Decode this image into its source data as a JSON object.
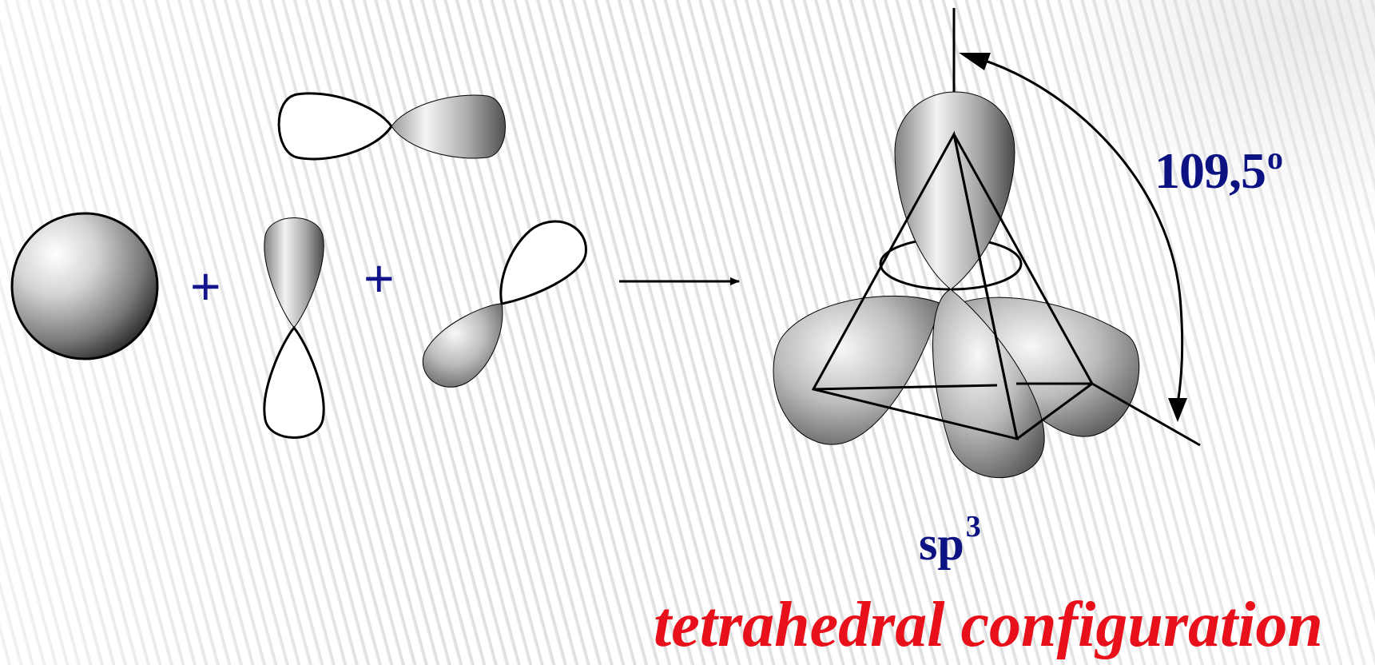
{
  "labels": {
    "plus_1": "+",
    "plus_2": "+",
    "angle_value": "109,5",
    "angle_unit": "o",
    "hybrid_base": "sp",
    "hybrid_exp": "3",
    "caption": "tetrahedral configuration"
  },
  "colors": {
    "label_blue": "#0d1283",
    "caption_red": "#e8101a",
    "lobe_outline": "#000000"
  },
  "icons": [
    "s-orbital",
    "p-orbital-x",
    "p-orbital-y",
    "p-orbital-z",
    "reaction-arrow",
    "tetrahedral-sp3-orbital",
    "angle-arrow"
  ]
}
